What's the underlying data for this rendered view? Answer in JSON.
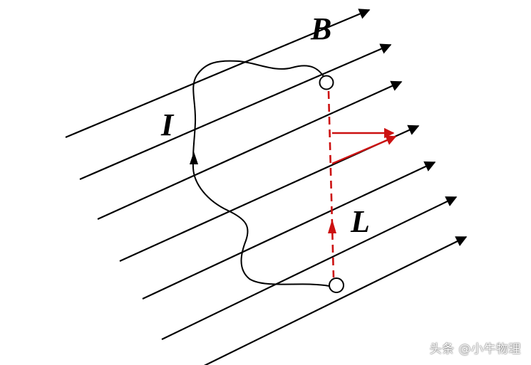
{
  "labels": {
    "field": "B",
    "current": "I",
    "length": "L"
  },
  "watermark": "头条 @小牛物理",
  "colors": {
    "field_lines": "#000000",
    "current_wire": "#000000",
    "projection": "#cc1111",
    "background": "#ffffff"
  },
  "icons": {
    "end_point": "open-circle"
  }
}
